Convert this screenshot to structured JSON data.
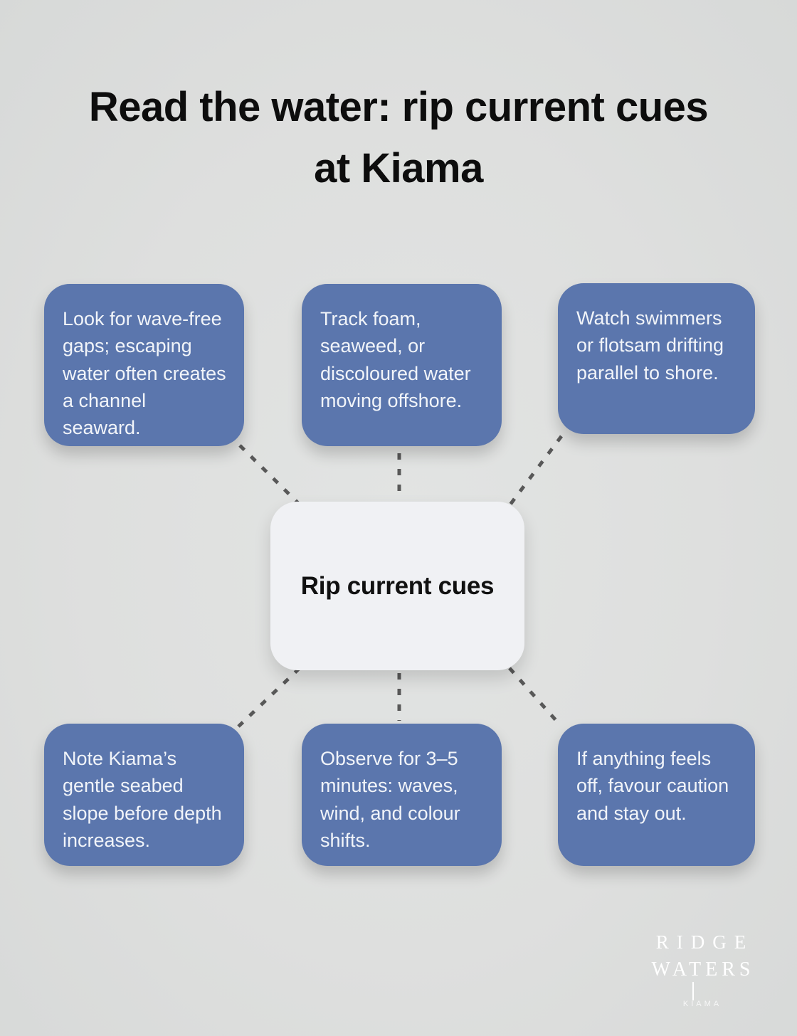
{
  "title": "Read the water: rip current cues at Kiama",
  "center": {
    "label": "Rip current cues"
  },
  "nodes": [
    {
      "id": "top-left",
      "text": "Look for wave-free gaps; escaping water often creates a channel seaward."
    },
    {
      "id": "top-middle",
      "text": "Track foam, seaweed, or discoloured water moving offshore."
    },
    {
      "id": "top-right",
      "text": "Watch swimmers or flotsam drifting parallel to shore."
    },
    {
      "id": "bottom-left",
      "text": "Note Kiama’s gentle seabed slope before depth increases."
    },
    {
      "id": "bottom-middle",
      "text": "Observe for 3–5 minutes: waves, wind, and colour shifts."
    },
    {
      "id": "bottom-right",
      "text": "If anything feels off, favour caution and stay out."
    }
  ],
  "logo": {
    "line1": "RIDGE",
    "line2": "WATERS",
    "line3": "KIAMA"
  },
  "colors": {
    "background": "#dedfde",
    "node_fill": "#5b76ad",
    "node_text": "#f1f4f9",
    "center_fill": "#f0f1f4",
    "center_text": "#111111",
    "connector": "#585858",
    "title_text": "#0d0d0d",
    "logo_text": "#ffffff"
  }
}
